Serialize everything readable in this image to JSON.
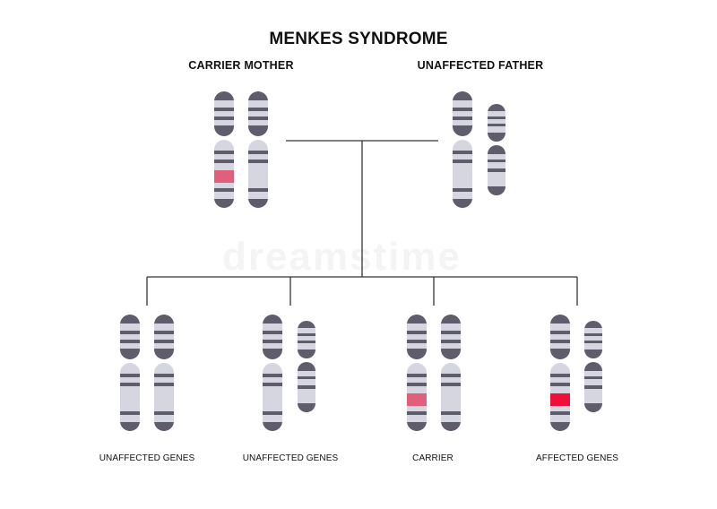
{
  "title": "MENKES SYNDROME",
  "parents": {
    "mother_label": "CARRIER MOTHER",
    "father_label": "UNAFFECTED FATHER"
  },
  "children": [
    {
      "label": "UNAFFECTED GENES"
    },
    {
      "label": "UNAFFECTED GENES"
    },
    {
      "label": "CARRIER"
    },
    {
      "label": "AFFECTED GENES"
    }
  ],
  "watermark": "dreamstime",
  "colors": {
    "chromosome_dark": "#5f5d6b",
    "chromosome_light": "#d6d6e0",
    "carrier_mark": "#e0607c",
    "affected_mark": "#ee0f3a",
    "line": "#333333"
  }
}
